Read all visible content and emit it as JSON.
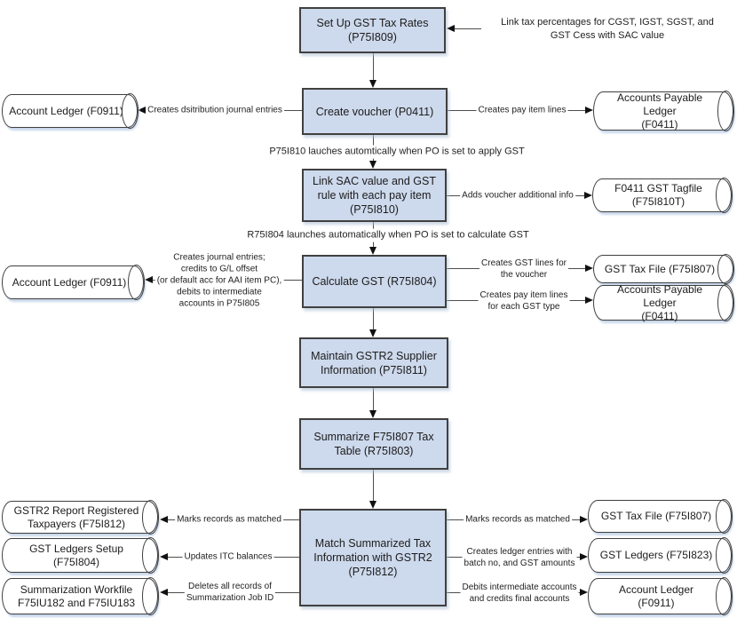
{
  "colors": {
    "box_fill": "#cdd9ec",
    "box_border": "#404040",
    "datastore_fill": "#ffffff",
    "connector_line": "#4d4d4d",
    "cylinder_shadow": "#c9d7eb"
  },
  "boxes": [
    {
      "label": "Set Up GST Tax Rates\n(P75I809)"
    },
    {
      "label": "Create voucher (P0411)"
    },
    {
      "label": "Link SAC value and GST\nrule with each pay item\n(P75I810)"
    },
    {
      "label": "Calculate GST (R75I804)"
    },
    {
      "label": "Maintain GSTR2 Supplier\nInformation (P75I811)"
    },
    {
      "label": "Summarize F75I807 Tax\nTable (R75I803)"
    },
    {
      "label": "Match Summarized Tax\nInformation with GSTR2\n(P75I812)"
    }
  ],
  "datastores": [
    {
      "label": "Account Ledger (F0911)"
    },
    {
      "label": "Accounts Payable Ledger\n(F0411)"
    },
    {
      "label": "F0411 GST Tagfile\n(F75I810T)"
    },
    {
      "label": "Account Ledger (F0911)"
    },
    {
      "label": "GST Tax File (F75I807)"
    },
    {
      "label": "Accounts Payable Ledger\n(F0411)"
    },
    {
      "label": "GSTR2 Report Registered\nTaxpayers (F75I812)"
    },
    {
      "label": "GST Ledgers Setup\n(F75I804)"
    },
    {
      "label": "Summarization Workfile\nF75IU182 and F75IU183"
    },
    {
      "label": "GST Tax File (F75I807)"
    },
    {
      "label": "GST Ledgers (F75I823)"
    },
    {
      "label": "Account Ledger\n(F0911)"
    }
  ],
  "edges": [
    {
      "label": "Creates dsitribution journal entries"
    },
    {
      "label": "Creates pay item lines"
    },
    {
      "label": "Adds voucher additional info"
    },
    {
      "label": "Creates journal entries;\ncredits to G/L offset\n(or default acc for AAI item PC),\ndebits to intermediate\naccounts in P75I805"
    },
    {
      "label": "Creates GST lines for\nthe voucher"
    },
    {
      "label": "Creates pay item lines\nfor each GST type"
    },
    {
      "label": "Marks records as matched"
    },
    {
      "label": "Updates ITC balances"
    },
    {
      "label": "Deletes all records of\nSummarization Job ID"
    },
    {
      "label": "Marks records as matched"
    },
    {
      "label": "Creates ledger entries with\nbatch no, and GST amounts"
    },
    {
      "label": "Debits intermediate accounts\nand credits final accounts"
    }
  ],
  "notes": {
    "setup": "Link tax percentages for CGST, IGST, SGST, and\nGST Cess with SAC value",
    "apply": "P75I810 lauches automtically when PO is set to apply GST",
    "calculate": "R75I804 launches automatically when PO is set to calculate GST"
  }
}
